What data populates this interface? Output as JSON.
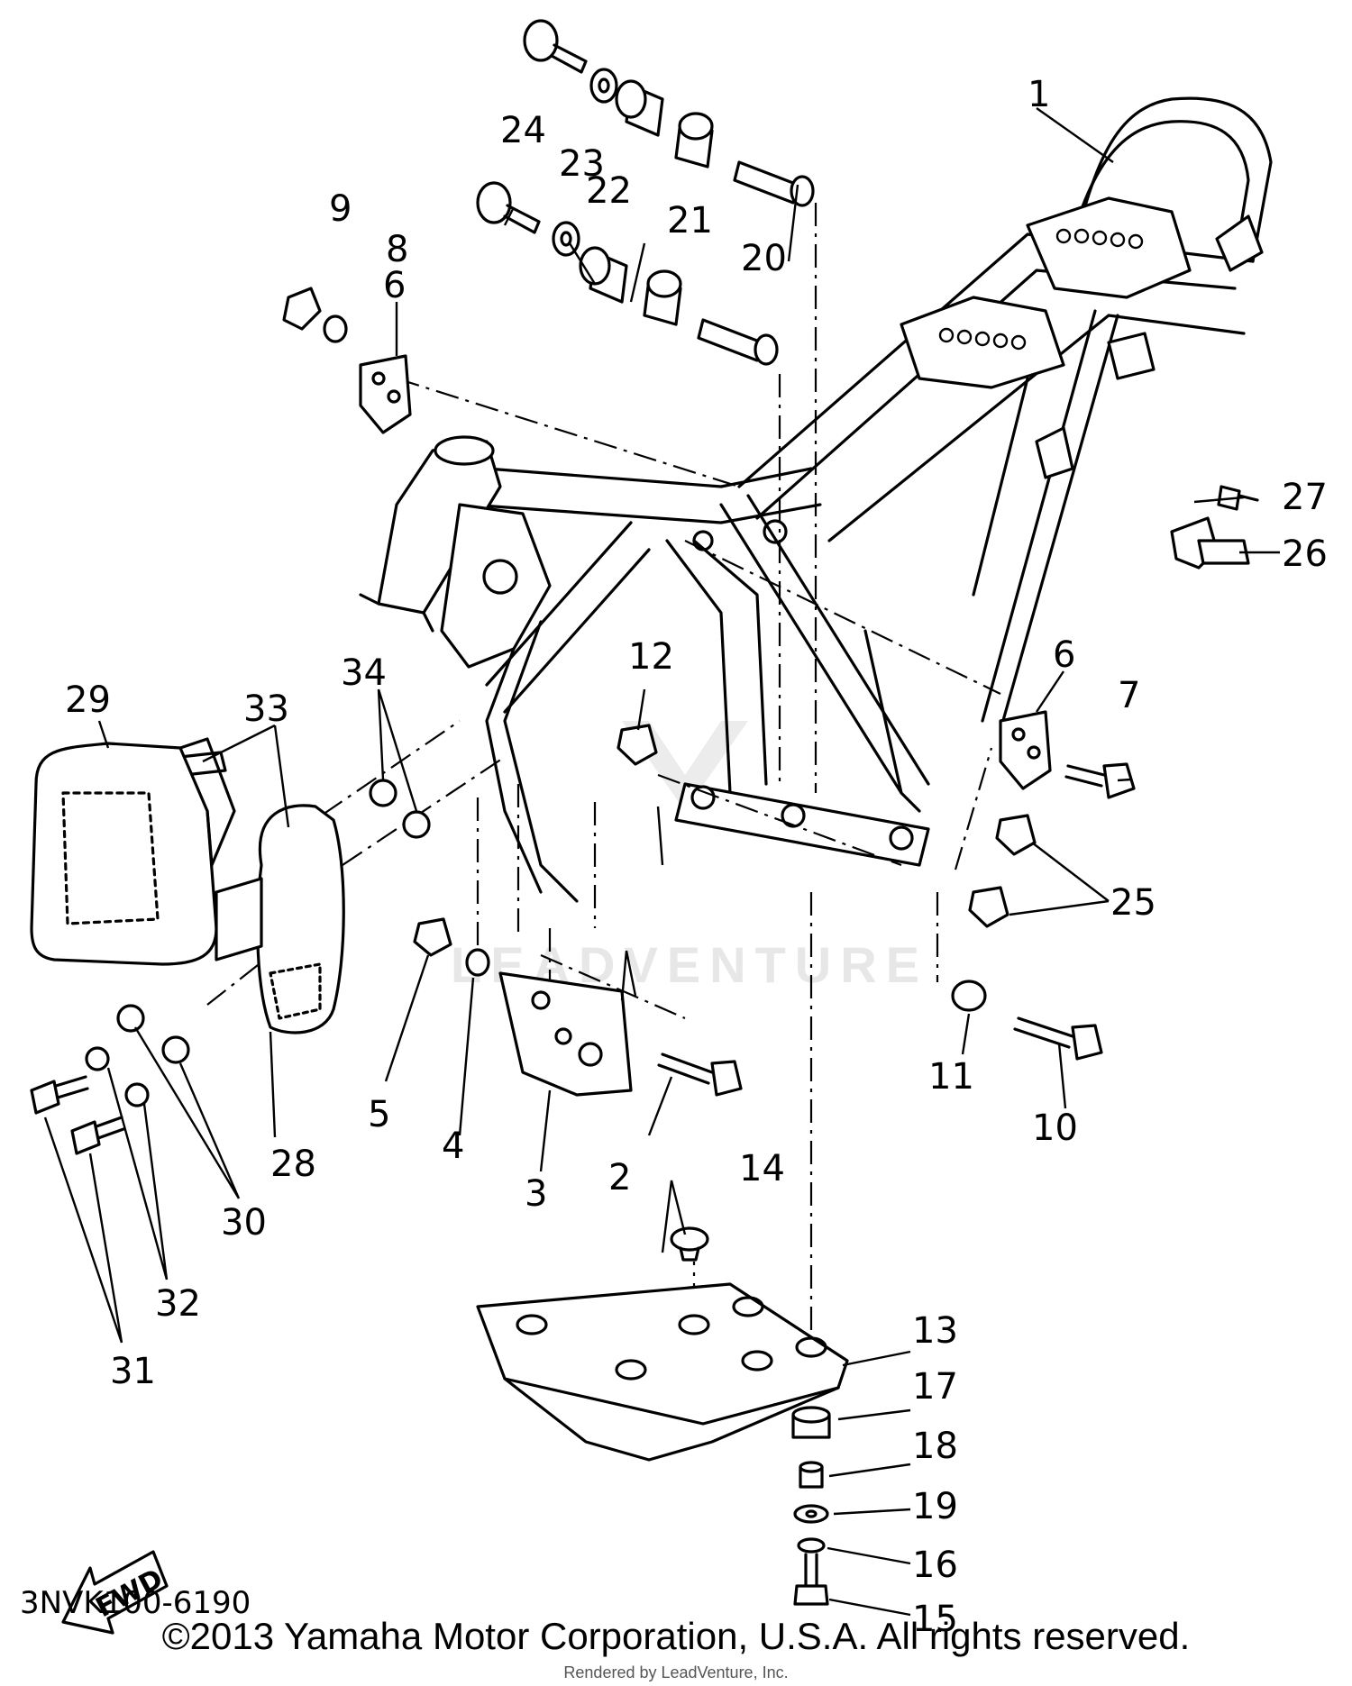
{
  "diagram": {
    "ref_code": "3NVK100-6190",
    "fwd_label": "FWD",
    "watermark": "LEADVENTURE",
    "callouts": [
      {
        "id": "1",
        "label": "1"
      },
      {
        "id": "2",
        "label": "2"
      },
      {
        "id": "3",
        "label": "3"
      },
      {
        "id": "4",
        "label": "4"
      },
      {
        "id": "5",
        "label": "5"
      },
      {
        "id": "6a",
        "label": "6"
      },
      {
        "id": "6b",
        "label": "6"
      },
      {
        "id": "7",
        "label": "7"
      },
      {
        "id": "8",
        "label": "8"
      },
      {
        "id": "9",
        "label": "9"
      },
      {
        "id": "10",
        "label": "10"
      },
      {
        "id": "11",
        "label": "11"
      },
      {
        "id": "12",
        "label": "12"
      },
      {
        "id": "13",
        "label": "13"
      },
      {
        "id": "14",
        "label": "14"
      },
      {
        "id": "15",
        "label": "15"
      },
      {
        "id": "16",
        "label": "16"
      },
      {
        "id": "17",
        "label": "17"
      },
      {
        "id": "18",
        "label": "18"
      },
      {
        "id": "19",
        "label": "19"
      },
      {
        "id": "20",
        "label": "20"
      },
      {
        "id": "21",
        "label": "21"
      },
      {
        "id": "22",
        "label": "22"
      },
      {
        "id": "23",
        "label": "23"
      },
      {
        "id": "24",
        "label": "24"
      },
      {
        "id": "25",
        "label": "25"
      },
      {
        "id": "26",
        "label": "26"
      },
      {
        "id": "27",
        "label": "27"
      },
      {
        "id": "28",
        "label": "28"
      },
      {
        "id": "29",
        "label": "29"
      },
      {
        "id": "30",
        "label": "30"
      },
      {
        "id": "31",
        "label": "31"
      },
      {
        "id": "32",
        "label": "32"
      },
      {
        "id": "33",
        "label": "33"
      },
      {
        "id": "34",
        "label": "34"
      }
    ]
  },
  "footer": {
    "copyright": "©2013 Yamaha Motor Corporation, U.S.A. All rights reserved.",
    "rendered_by": "Rendered by LeadVenture, Inc."
  }
}
